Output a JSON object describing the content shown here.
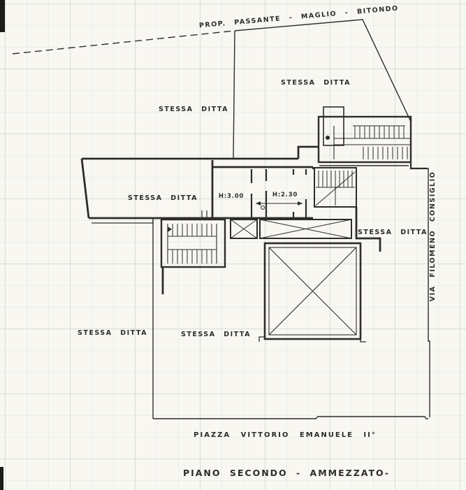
{
  "drawing": {
    "title": "PIANO SECONDO - AMMEZZATO-",
    "boundary": {
      "property_label": "PROP. PASSANTE - MAGLIO - BITONDO"
    },
    "streets": {
      "right_vertical": "VIA FILOMENO CONSIGLIO",
      "bottom": "PIAZZA VITTORIO EMANUELE II°"
    },
    "parcels": {
      "same_owner_label": "STESSA DITTA"
    },
    "rooms": {
      "height_main": "H:3.00",
      "height_mezzanine": "H:2.30"
    }
  },
  "colors": {
    "ink": "#2e2c29",
    "paper": "#f8f7f2",
    "grid": "#d7d6cd"
  }
}
